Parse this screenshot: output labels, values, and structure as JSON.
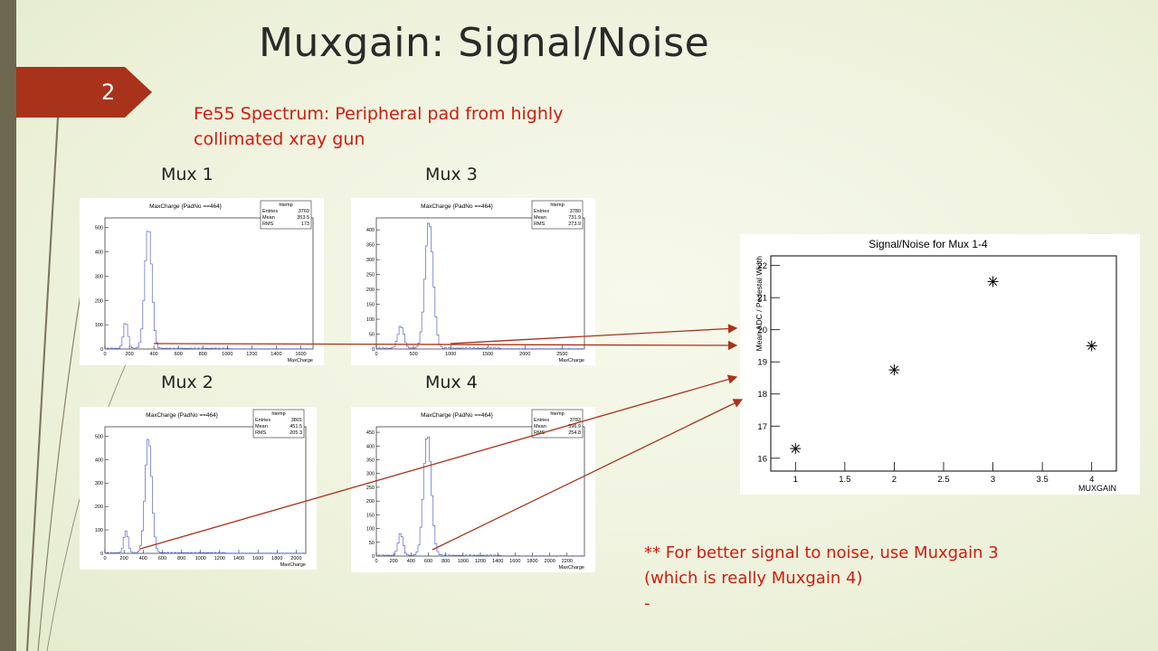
{
  "slide": {
    "title": "Muxgain: Signal/Noise",
    "page_number": "2",
    "subtitle_line1": "Fe55 Spectrum: Peripheral pad from highly",
    "subtitle_line2": "collimated xray gun",
    "note_line1": "** For better signal to noise, use Muxgain 3",
    "note_line2": "(which is really Muxgain 4)",
    "note_line3": "-",
    "accent_color": "#a8331a",
    "note_color": "#d41a0f"
  },
  "histograms": [
    {
      "label": "Mux 1",
      "title": "MaxCharge {PadNo ==464}",
      "stats_name": "htemp",
      "stats": [
        [
          "Entries",
          "3769"
        ],
        [
          "Mean",
          "353.5"
        ],
        [
          "RMS",
          "173"
        ]
      ],
      "xlabel": "MaxCharge",
      "xmin": 0,
      "xmax": 1700,
      "xticks": [
        "0",
        "200",
        "400",
        "600",
        "800",
        "1000",
        "1200",
        "1400",
        "1600"
      ],
      "ymax": 540,
      "yticks": [
        "0",
        "100",
        "200",
        "300",
        "400",
        "500"
      ],
      "peaks": [
        {
          "center": 170,
          "height": 110,
          "sigma": 18
        },
        {
          "center": 355,
          "height": 500,
          "sigma": 28
        }
      ],
      "bins": 110
    },
    {
      "label": "Mux 3",
      "title": "MaxCharge {PadNo ==464}",
      "stats_name": "htemp",
      "stats": [
        [
          "Entries",
          "3780"
        ],
        [
          "Mean",
          "731.9"
        ],
        [
          "RMS",
          "273.9"
        ]
      ],
      "xlabel": "MaxCharge",
      "xmin": 0,
      "xmax": 2800,
      "xticks": [
        "0",
        "500",
        "1000",
        "1500",
        "2000",
        "2500"
      ],
      "ymax": 440,
      "yticks": [
        "0",
        "50",
        "100",
        "150",
        "200",
        "250",
        "300",
        "350",
        "400"
      ],
      "peaks": [
        {
          "center": 330,
          "height": 75,
          "sigma": 40
        },
        {
          "center": 710,
          "height": 425,
          "sigma": 55
        }
      ],
      "bins": 110
    },
    {
      "label": "Mux 2",
      "title": "MaxCharge {PadNo ==464}",
      "stats_name": "htemp",
      "stats": [
        [
          "Entries",
          "3801"
        ],
        [
          "Mean",
          "451.5"
        ],
        [
          "RMS",
          "205.3"
        ]
      ],
      "xlabel": "MaxCharge",
      "xmin": 0,
      "xmax": 2100,
      "xticks": [
        "0",
        "200",
        "400",
        "600",
        "800",
        "1000",
        "1200",
        "1400",
        "1600",
        "1800",
        "2000"
      ],
      "ymax": 540,
      "yticks": [
        "0",
        "100",
        "200",
        "300",
        "400",
        "500"
      ],
      "peaks": [
        {
          "center": 220,
          "height": 95,
          "sigma": 22
        },
        {
          "center": 455,
          "height": 490,
          "sigma": 35
        }
      ],
      "bins": 110
    },
    {
      "label": "Mux 4",
      "title": "MaxCharge {PadNo ==464}",
      "stats_name": "htemp",
      "stats": [
        [
          "Entries",
          "3783"
        ],
        [
          "Mean",
          "596.9"
        ],
        [
          "RMS",
          "254.8"
        ]
      ],
      "xlabel": "MaxCharge",
      "xmin": 0,
      "xmax": 2400,
      "xticks": [
        "0",
        "200",
        "400",
        "600",
        "800",
        "1000",
        "1200",
        "1400",
        "1600",
        "1800",
        "2000",
        "2200"
      ],
      "ymax": 470,
      "yticks": [
        "0",
        "50",
        "100",
        "150",
        "200",
        "250",
        "300",
        "350",
        "400",
        "450"
      ],
      "peaks": [
        {
          "center": 280,
          "height": 80,
          "sigma": 28
        },
        {
          "center": 590,
          "height": 440,
          "sigma": 45
        }
      ],
      "bins": 110
    }
  ],
  "chart_data": {
    "type": "scatter",
    "title": "Signal/Noise for Mux 1-4",
    "xlabel": "MUXGAIN",
    "ylabel": "Mean ADC / Pedestal Width",
    "xlim": [
      0.75,
      4.25
    ],
    "ylim": [
      15.6,
      22.3
    ],
    "xticks": [
      "1",
      "1.5",
      "2",
      "2.5",
      "3",
      "3.5",
      "4"
    ],
    "yticks": [
      "16",
      "17",
      "18",
      "19",
      "20",
      "21",
      "22"
    ],
    "x": [
      1,
      2,
      3,
      4
    ],
    "y": [
      16.3,
      18.75,
      21.5,
      19.5
    ],
    "marker": "asterisk",
    "grid": false
  }
}
